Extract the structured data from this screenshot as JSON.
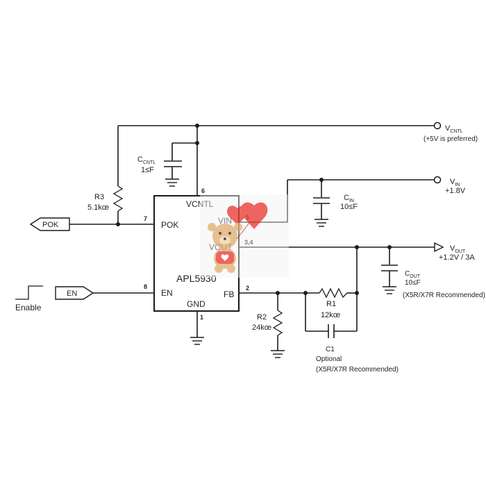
{
  "ic": {
    "name": "APL5930",
    "pins": {
      "vcntl": "VCNTL",
      "vin": "VIN",
      "vout": "VOUT",
      "pok": "POK",
      "en": "EN",
      "fb": "FB",
      "gnd": "GND"
    },
    "pin_numbers": {
      "vcntl": "6",
      "vin": "5",
      "vout": "3,4",
      "pok": "7",
      "en": "8",
      "fb": "2",
      "gnd": "1"
    }
  },
  "rails": {
    "vcntl": {
      "main": "V",
      "sub": "CNTL",
      "note": "(+5V is preferred)"
    },
    "vin": {
      "main": "V",
      "sub": "IN",
      "value": "+1.8V"
    },
    "vout": {
      "main": "V",
      "sub": "OUT",
      "value": "+1.2V / 3A"
    }
  },
  "components": {
    "ccntl": {
      "main": "C",
      "sub": "CNTL",
      "value": "1≤F"
    },
    "cin": {
      "main": "C",
      "sub": "IN",
      "value": "10≤F"
    },
    "cout": {
      "main": "C",
      "sub": "OUT",
      "value": "10≤F",
      "note": "(X5R/X7R Recommended)"
    },
    "r3": {
      "name": "R3",
      "value": "5.1kœ"
    },
    "r2": {
      "name": "R2",
      "value": "24kœ"
    },
    "r1": {
      "name": "R1",
      "value": "12kœ"
    },
    "c1": {
      "name": "C1",
      "optional": "Optional",
      "note": "(X5R/X7R Recommended)"
    }
  },
  "ports": {
    "pok": "POK",
    "en": "EN",
    "enable": "Enable"
  },
  "colors": {
    "line": "#1a1a1a",
    "text": "#222222",
    "watermark_balloon": "#e8443c",
    "watermark_bear": "#e2b27a"
  },
  "watermark": {
    "description_icon": "teddy-bear-with-heart-balloon-icon"
  }
}
